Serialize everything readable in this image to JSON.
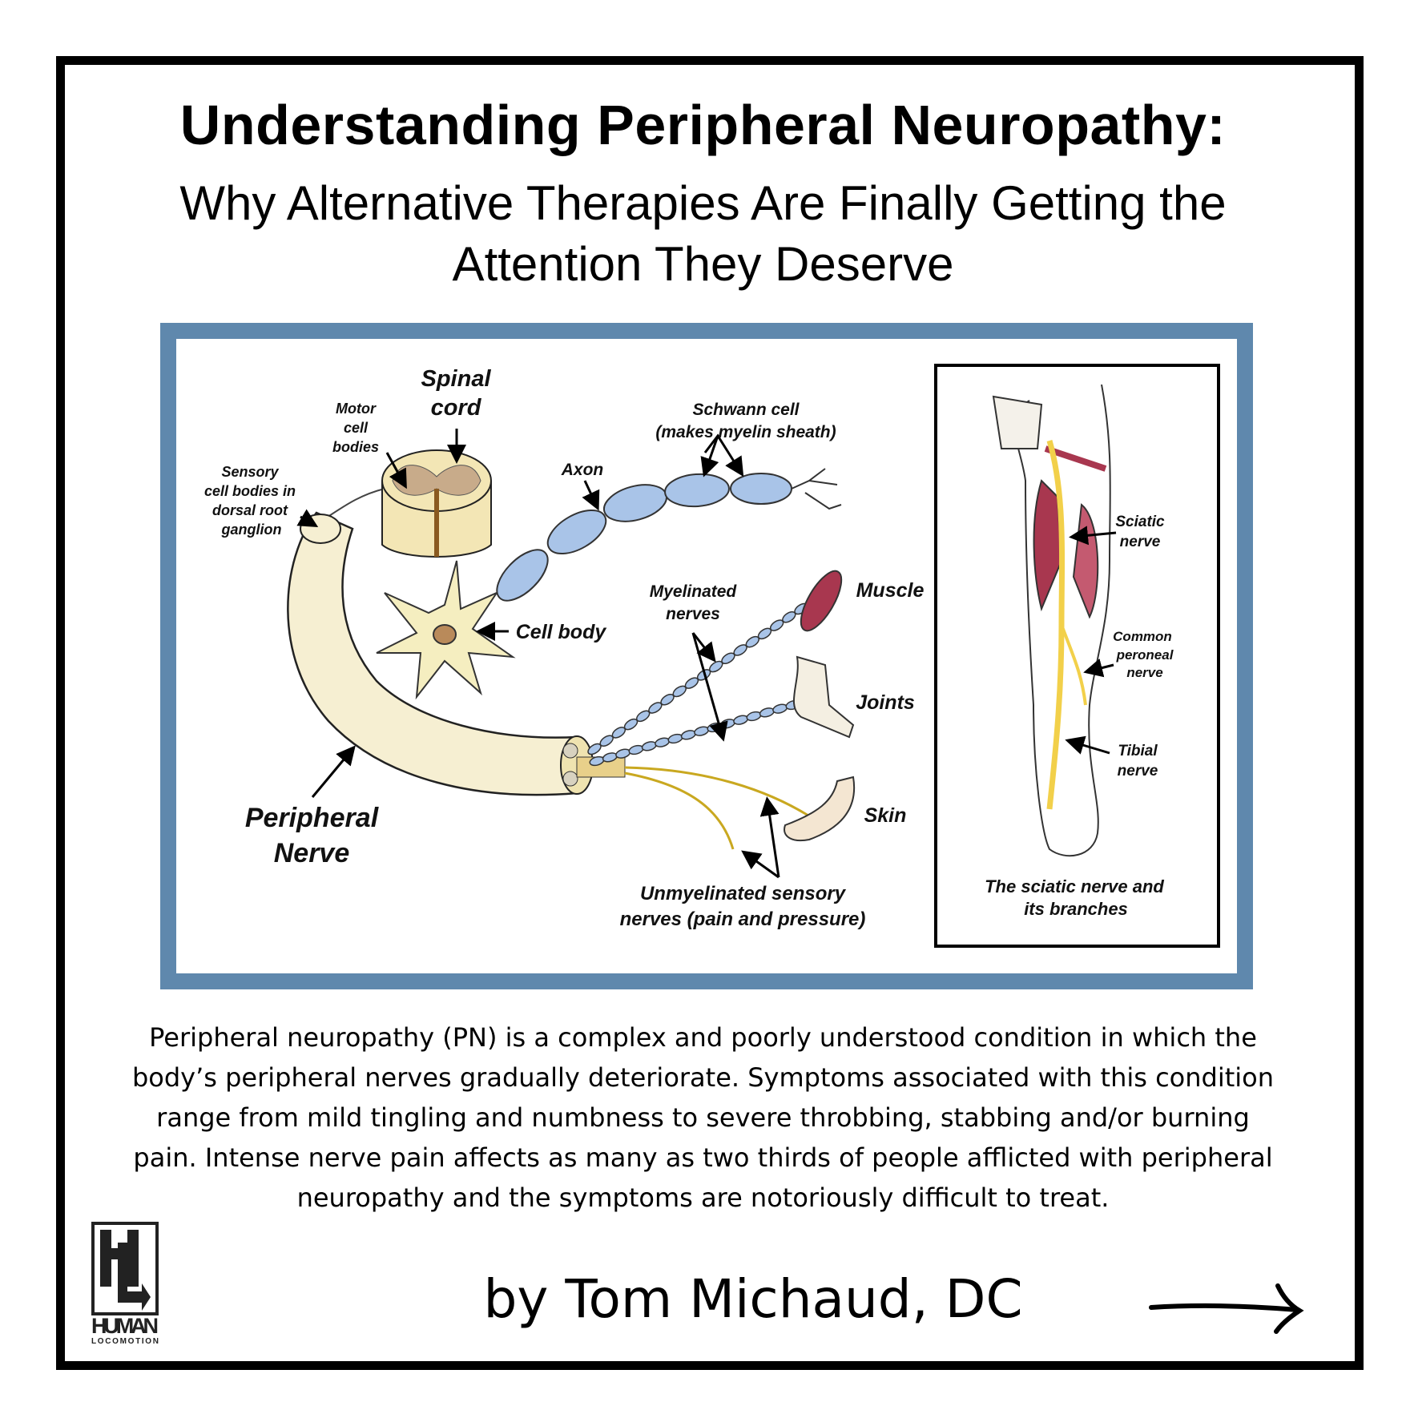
{
  "header": {
    "title": "Understanding Peripheral Neuropathy:",
    "subtitle_line1": "Why Alternative Therapies Are Finally Getting the",
    "subtitle_line2": "Attention They Deserve"
  },
  "diagram": {
    "spinal_cord": [
      "Spinal",
      "cord"
    ],
    "motor_cell_bodies": [
      "Motor",
      "cell",
      "bodies"
    ],
    "sensory_cell_bodies": [
      "Sensory",
      "cell bodies in",
      "dorsal root",
      "ganglion"
    ],
    "schwann_cell": [
      "Schwann cell",
      "(makes myelin sheath)"
    ],
    "axon": "Axon",
    "cell_body": "Cell body",
    "myelinated_nerves": [
      "Myelinated",
      "nerves"
    ],
    "muscle": "Muscle",
    "joints": "Joints",
    "skin": "Skin",
    "peripheral_nerve": [
      "Peripheral",
      "Nerve"
    ],
    "unmyelinated": [
      "Unmyelinated sensory",
      "nerves (pain and pressure)"
    ],
    "leg_panel": {
      "sciatic": [
        "Sciatic",
        "nerve"
      ],
      "common_peroneal": [
        "Common",
        "peroneal",
        "nerve"
      ],
      "tibial": [
        "Tibial",
        "nerve"
      ],
      "caption": [
        "The sciatic nerve and",
        "its branches"
      ]
    }
  },
  "body": {
    "paragraph_lines": [
      "Peripheral neuropathy (PN) is a complex and poorly understood condition in which the",
      "body’s peripheral nerves gradually deteriorate. Symptoms associated with this condition",
      "range from mild tingling and numbness to severe throbbing, stabbing and/or burning",
      "pain. Intense nerve pain affects as many as two thirds of people afflicted with peripheral",
      "neuropathy and the symptoms are notoriously difficult to treat."
    ]
  },
  "footer": {
    "byline": "by Tom Michaud, DC",
    "logo_text": [
      "HUMAN",
      "LOCOMOTION"
    ]
  },
  "colors": {
    "frame_blue": "#5f88ad",
    "myelin_blue": "#a9c4e8",
    "nerve_yellow": "#f2d04a",
    "muscle_red": "#a8374f"
  }
}
